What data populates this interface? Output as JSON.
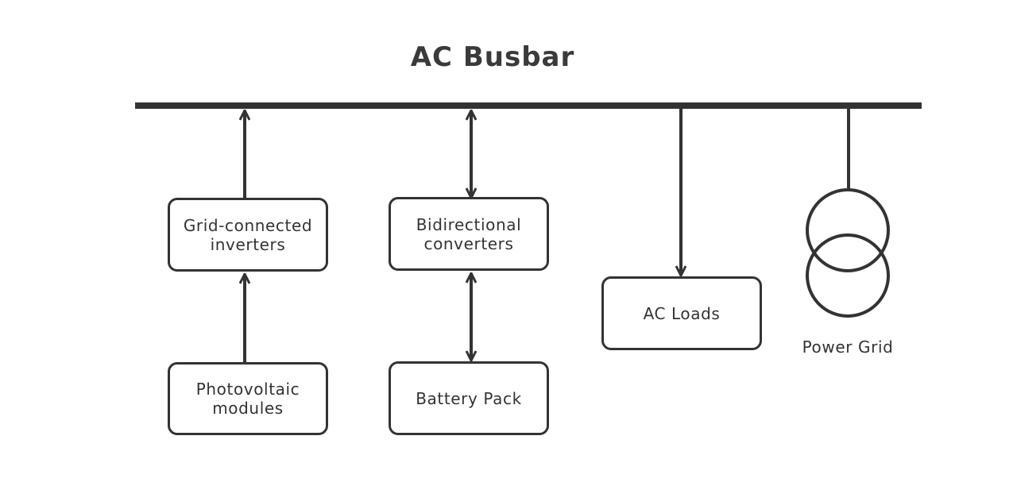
{
  "title": "AC Busbar",
  "colors": {
    "stroke": "#333333",
    "background": "#ffffff"
  },
  "nodes": {
    "grid_inverters": "Grid-connected inverters",
    "pv_modules": "Photovoltaic modules",
    "bidirectional_converters": "Bidirectional converters",
    "battery_pack": "Battery Pack",
    "ac_loads": "AC Loads",
    "power_grid": "Power Grid"
  },
  "edges": [
    {
      "from": "pv_modules",
      "to": "grid_inverters",
      "direction": "forward"
    },
    {
      "from": "grid_inverters",
      "to": "ac_busbar",
      "direction": "forward"
    },
    {
      "from": "battery_pack",
      "to": "bidirectional_converters",
      "direction": "both"
    },
    {
      "from": "bidirectional_converters",
      "to": "ac_busbar",
      "direction": "both"
    },
    {
      "from": "ac_busbar",
      "to": "ac_loads",
      "direction": "forward"
    },
    {
      "from": "ac_busbar",
      "to": "power_grid",
      "direction": "none"
    }
  ],
  "icons": {
    "power_grid": "transformer-icon"
  }
}
